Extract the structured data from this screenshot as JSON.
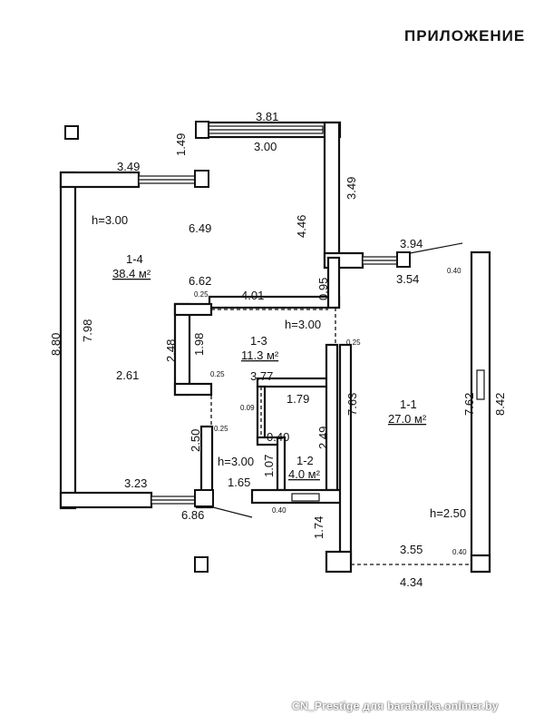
{
  "header": {
    "title": "ПРИЛОЖЕНИЕ"
  },
  "watermark": "CN_Prestige для baraholka.onliner.by",
  "rooms": [
    {
      "id": "1-4",
      "area": "38.4 м²"
    },
    {
      "id": "1-3",
      "area": "11.3 м²"
    },
    {
      "id": "1-2",
      "area": "4.0 м²"
    },
    {
      "id": "1-1",
      "area": "27.0 м²"
    }
  ],
  "heights": [
    "h=3.00",
    "h=3.00",
    "h=3.00",
    "h=2.50"
  ],
  "dimensions": {
    "d381": "3.81",
    "d300": "3.00",
    "d149": "1.49",
    "d349_top": "3.49",
    "d349_right": "3.49",
    "d446": "4.46",
    "d649": "6.49",
    "d394": "3.94",
    "d354": "3.54",
    "d662": "6.62",
    "d401": "4.01",
    "d095": "0.95",
    "d880": "8.80",
    "d798": "7.98",
    "d248": "2.48",
    "d198": "1.98",
    "d261": "2.61",
    "d377": "3.77",
    "d179": "1.79",
    "d763": "7.63",
    "d762": "7.62",
    "d842": "8.42",
    "d250": "2.50",
    "d040_mid": "0.40",
    "d249": "2.49",
    "d107": "1.07",
    "d165": "1.65",
    "d323": "3.23",
    "d686": "6.86",
    "d174": "1.74",
    "d355": "3.55",
    "d434": "4.34",
    "s040_a": "0.40",
    "s025_a": "0.25",
    "s025_b": "0.25",
    "s025_c": "0.25",
    "s025_d": "0.25",
    "s009": "0.09",
    "s040_b": "0.40",
    "s040_c": "0.40"
  }
}
